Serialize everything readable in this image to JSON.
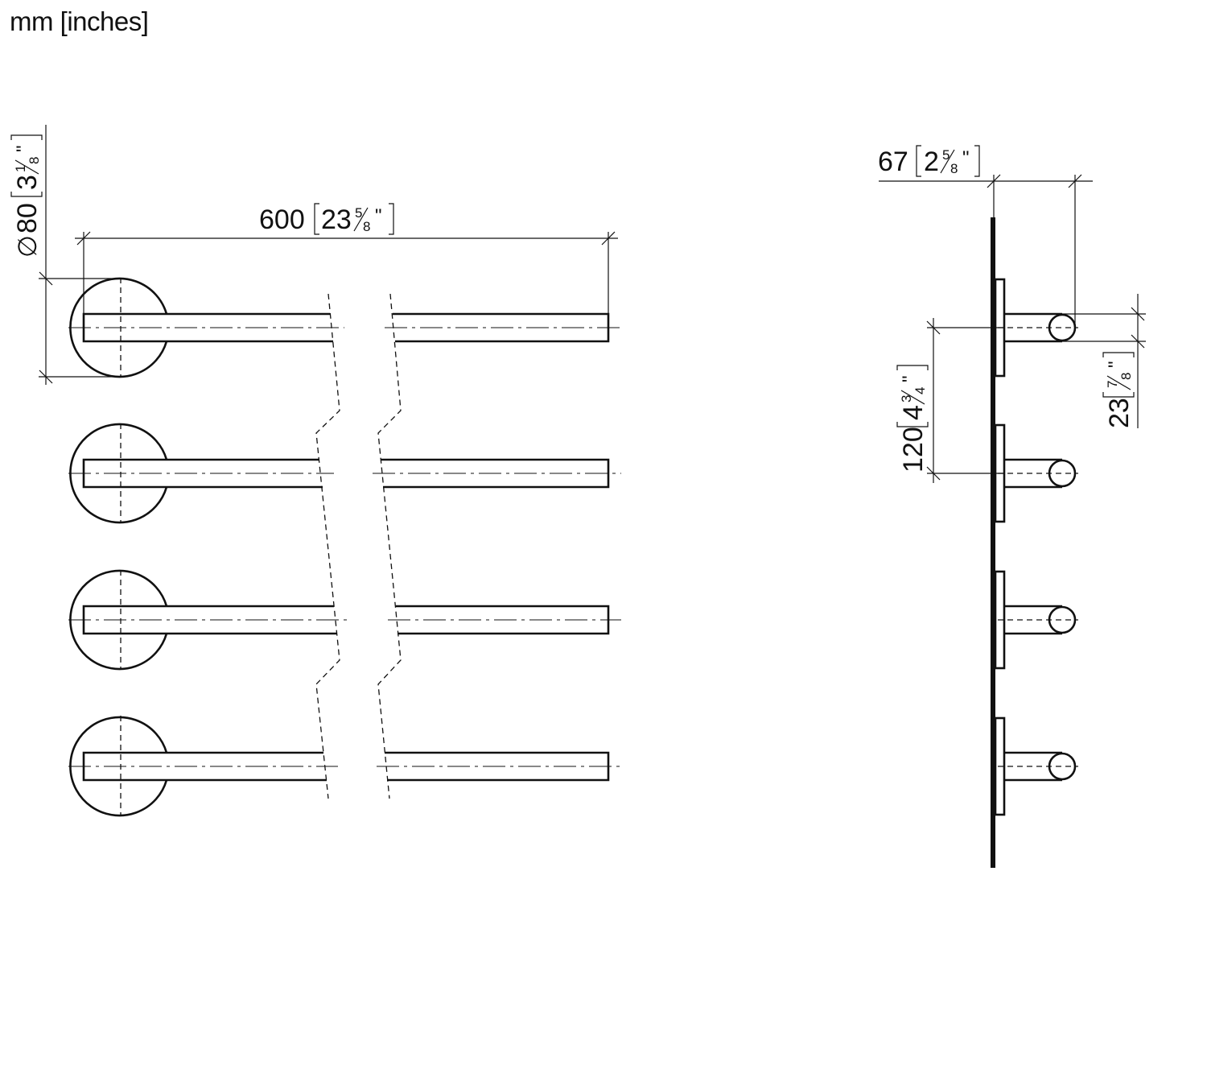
{
  "units_label": "mm [inches]",
  "dimensions": {
    "diameter": {
      "symbol": "∅",
      "mm": "80",
      "in_whole": "3",
      "in_num": "1",
      "in_den": "8"
    },
    "length": {
      "mm": "600",
      "in_whole": "23",
      "in_num": "5",
      "in_den": "8"
    },
    "depth": {
      "mm": "67",
      "in_whole": "2",
      "in_num": "5",
      "in_den": "8"
    },
    "spacing": {
      "mm": "120",
      "in_whole": "4",
      "in_num": "3",
      "in_den": "4"
    },
    "bar": {
      "mm": "23",
      "in_whole": "",
      "in_num": "7",
      "in_den": "8"
    }
  },
  "arms": {
    "count": 4
  }
}
